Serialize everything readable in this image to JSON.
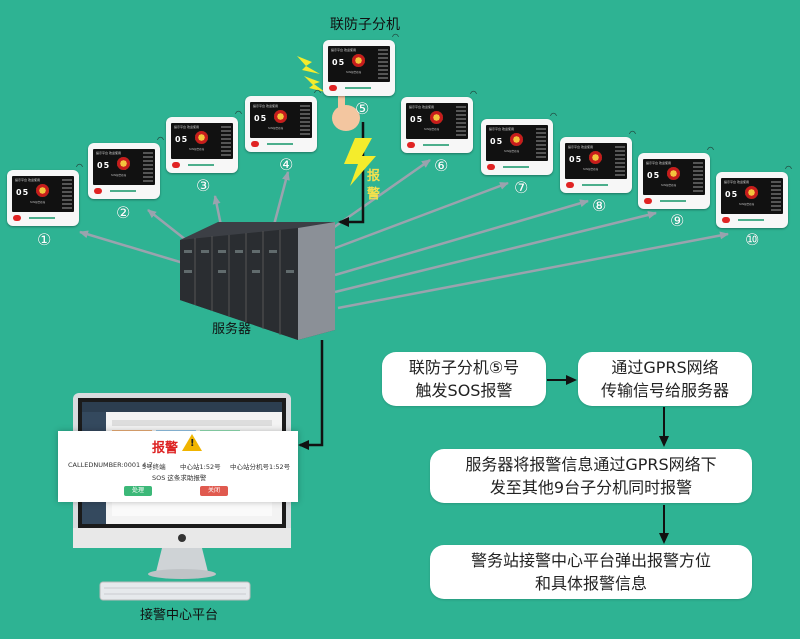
{
  "title": "联防子分机",
  "terminal_screen": {
    "header_text": "提示平台 欢迎使用",
    "number_text": "05",
    "caption_text": "SOS报警终端"
  },
  "terminals": [
    {
      "label": "①"
    },
    {
      "label": "②"
    },
    {
      "label": "③"
    },
    {
      "label": "④"
    },
    {
      "label": "⑤"
    },
    {
      "label": "⑥"
    },
    {
      "label": "⑦"
    },
    {
      "label": "⑧"
    },
    {
      "label": "⑨"
    },
    {
      "label": "⑩"
    }
  ],
  "alarm_vertical_label": "报警",
  "server_label": "服务器",
  "center_label": "接警中心平台",
  "popup": {
    "title": "报警",
    "warning_glyph": "!",
    "field1": "CALLEDNUMBER:0001 4:7",
    "field2": "5号终端",
    "field3": "中心站1:52号",
    "field4": "中心站分机号1:52号",
    "subtitle": "SOS 这条求助报警",
    "btn_ok": "处理",
    "btn_close": "关闭"
  },
  "flow_steps": [
    {
      "line1": "联防子分机⑤号",
      "line2": "触发SOS报警"
    },
    {
      "line1": "通过GPRS网络",
      "line2": "传输信号给服务器"
    },
    {
      "line1": "服务器将报警信息通过GPRS网络下",
      "line2": "发至其他9台子分机同时报警"
    },
    {
      "line1": "警务站接警中心平台弹出报警方位",
      "line2": "和具体报警信息"
    }
  ],
  "colors": {
    "background": "#2eb393",
    "box": "#ffffff",
    "alarm_text": "#f4e04d",
    "sos_button": "#e02323",
    "arrow_gray": "#9aa3ae",
    "arrow_dark": "#111111"
  }
}
